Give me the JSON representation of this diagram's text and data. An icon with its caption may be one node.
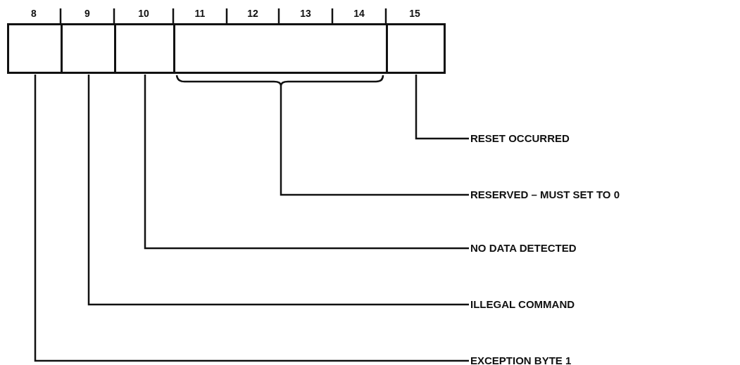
{
  "diagram": {
    "nodes": [
      {
        "text": [],
        "shape": "box"
      },
      {
        "text": [],
        "shape": "box"
      },
      {
        "text": [],
        "shape": "box"
      },
      {
        "text": [],
        "shape": "box"
      },
      {
        "text": [],
        "shape": "box"
      },
      {
        "text": [
          "RESET OCCURRED"
        ]
      },
      {
        "text": [
          "RESERVED – MUST SET TO 0"
        ]
      },
      {
        "text": [
          "NO DATA DETECTED"
        ]
      },
      {
        "text": [
          "ILLEGAL COMMAND"
        ]
      },
      {
        "text": [
          "EXCEPTION BYTE 1"
        ]
      }
    ],
    "edges": [
      {
        "from": 5,
        "to": 4,
        "arrow": "none"
      },
      {
        "from": 6,
        "to": 3,
        "arrow": "none"
      },
      {
        "from": 7,
        "to": 2,
        "arrow": "none"
      },
      {
        "from": 8,
        "to": 1,
        "arrow": "none"
      },
      {
        "from": 9,
        "to": 0,
        "arrow": "none"
      }
    ],
    "labels": [
      "8",
      "9",
      "10",
      "11",
      "12",
      "13",
      "14",
      "15"
    ]
  }
}
